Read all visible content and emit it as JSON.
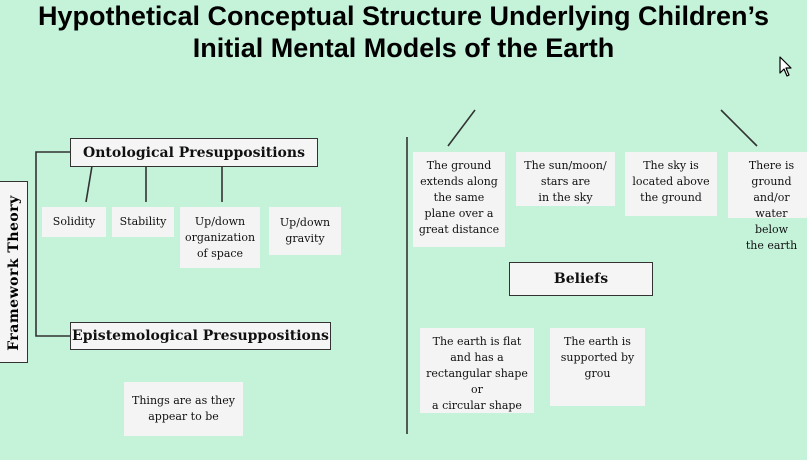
{
  "title": {
    "line1": "Hypothetical Conceptual Structure Underlying Children’s",
    "line2": "Initial Mental Models of the Earth"
  },
  "framework": {
    "label": "Framework Theory",
    "ontological": "Ontological Presuppositions",
    "epistemological": "Epistemological Presuppositions",
    "onto_items": [
      "Solidity",
      "Stability",
      "Up/down\norganization\nof space",
      "Up/down\ngravity"
    ],
    "episto_items": [
      "Things are as they\nappear to be"
    ]
  },
  "beliefs": {
    "label": "Beliefs",
    "top_items": [
      "The ground\nextends along\nthe same\nplane over a\ngreat distance",
      "The sun/moon/\nstars are\nin the sky",
      "The sky is\nlocated above\nthe ground",
      "There is\nground and/or\nwater below\nthe earth"
    ],
    "bottom_items": [
      "The earth is flat\nand has a\nrectangular shape\nor\na circular shape",
      "The earth is\nsupported by\ngrou"
    ]
  },
  "colors": {
    "background": "#c4f3da",
    "card": "#f4f4f4",
    "line": "#333333"
  },
  "icons": {
    "cursor": "mouse-pointer-icon"
  }
}
